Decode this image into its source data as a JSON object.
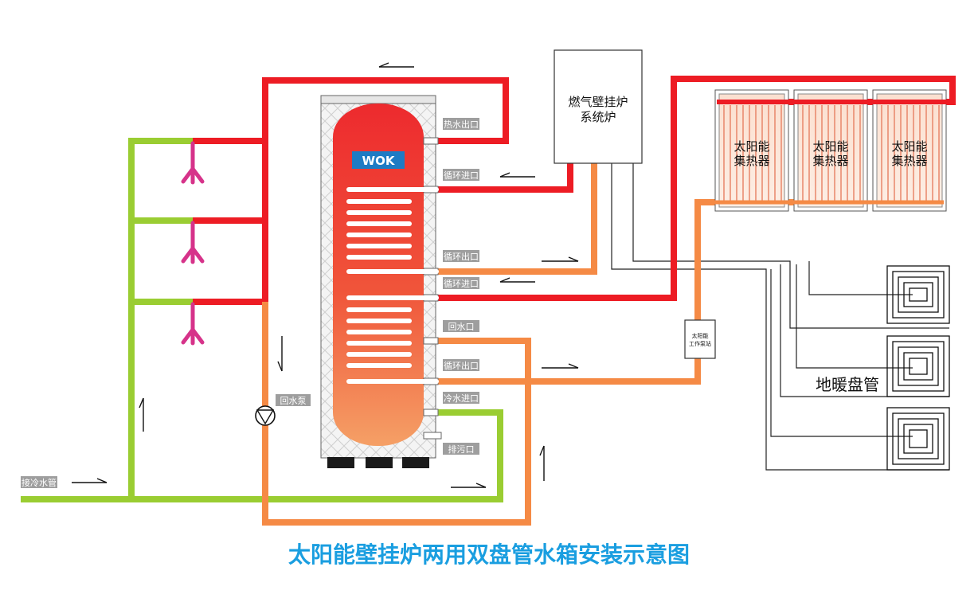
{
  "title": "太阳能壁挂炉两用双盘管水箱安装示意图",
  "brand": "WOK",
  "boiler": {
    "line1": "燃气壁挂炉",
    "line2": "系统炉"
  },
  "collector": {
    "line1": "太阳能",
    "line2": "集热器"
  },
  "solar_station": {
    "line1": "太阳能",
    "line2": "工作泵站"
  },
  "floor_heating": "地暖盘管",
  "pump_label": "回水泵",
  "cold_inlet_label": "接冷水管",
  "ports": {
    "hot_out": "热水出口",
    "boiler_in": "循环进口",
    "boiler_out": "循环出口",
    "solar_in": "循环进口",
    "return": "回水口",
    "solar_out": "循环出口",
    "cold_in": "冷水进口",
    "drain": "排污口"
  },
  "colors": {
    "hot": "#ed1c24",
    "warm": "#f58a45",
    "cold": "#9acd32",
    "faucet": "#d6338a",
    "title": "#1a9ee0",
    "label_bg": "#9e9e9e"
  }
}
